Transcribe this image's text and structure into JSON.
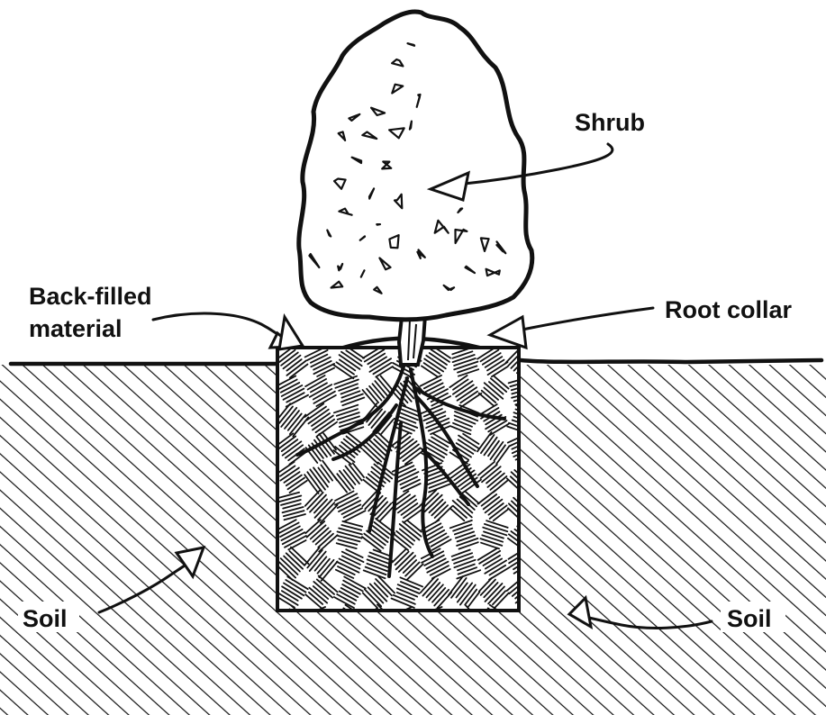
{
  "labels": {
    "shrub": "Shrub",
    "backfill_line1": "Back-filled",
    "backfill_line2": "material",
    "root_collar": "Root collar",
    "soil_left": "Soil",
    "soil_right": "Soil"
  },
  "colors": {
    "ink": "#111111",
    "background": "#ffffff"
  }
}
